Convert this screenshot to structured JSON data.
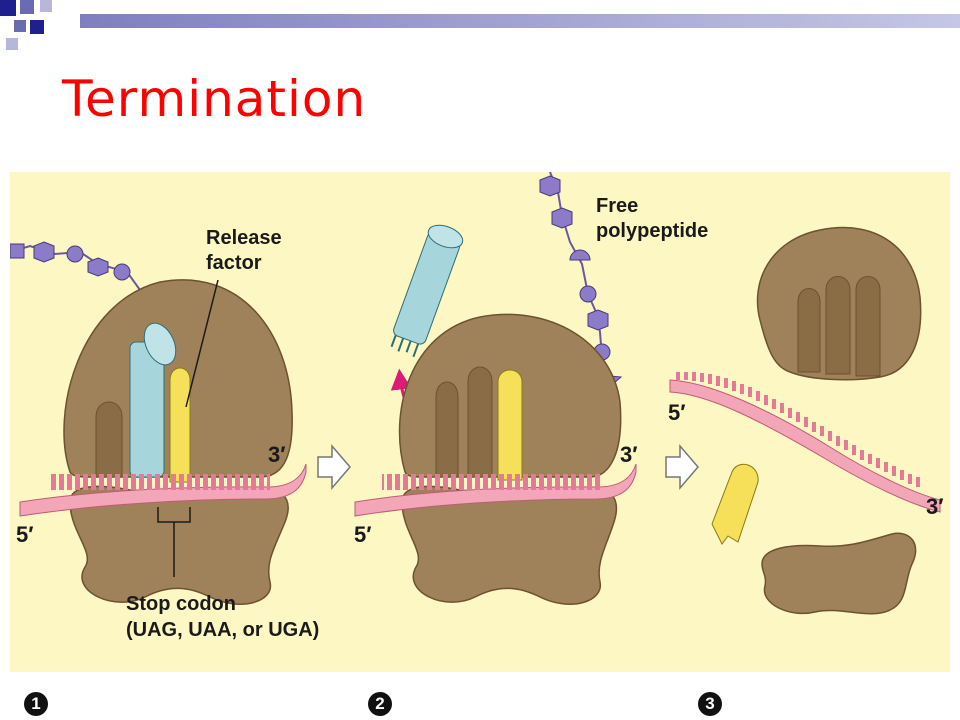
{
  "slide": {
    "title": "Termination"
  },
  "diagram": {
    "labels": {
      "release_factor_line1": "Release",
      "release_factor_line2": "factor",
      "free_polypeptide_line1": "Free",
      "free_polypeptide_line2": "polypeptide",
      "stop_codon_line1": "Stop codon",
      "stop_codon_line2": "(UAG, UAA, or UGA)",
      "five_prime": "5′",
      "three_prime": "3′"
    },
    "steps": [
      "1",
      "2",
      "3"
    ]
  },
  "colors": {
    "title": "#ff0000",
    "panel_background": "#fdf7c3",
    "ribosome": "#a0825a",
    "mrna": "#f2a6b8",
    "trna": "#a6d6dc",
    "release_factor": "#f6e05a",
    "amino_acid": "#8c7bc8",
    "arrow": "#d81e74"
  }
}
